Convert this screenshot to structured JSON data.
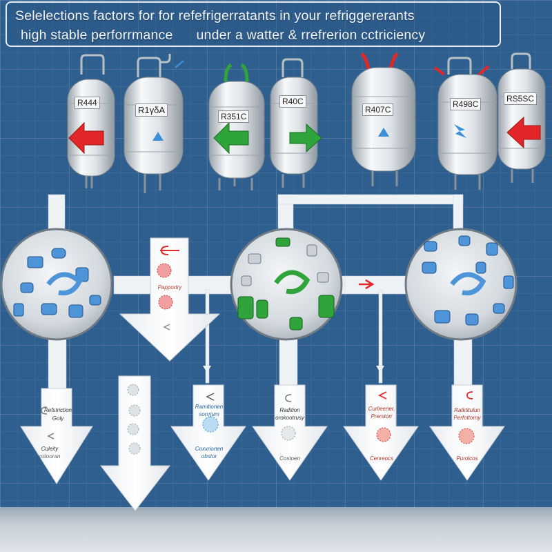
{
  "title": {
    "line1": "Selelections factors for for refefrigerratants  in your refriggererants",
    "line2a": "high  stable perforrmance",
    "line2b": "under a watter & rrefrerion cctriciency"
  },
  "tanks": [
    {
      "label": "R444"
    },
    {
      "label": "R1γδA"
    },
    {
      "label": "R351C"
    },
    {
      "label": "R40C"
    },
    {
      "label": "R407C"
    },
    {
      "label": "R498C"
    },
    {
      "label": "RS5SC"
    }
  ],
  "mid_arrow": {
    "text": "Papportry"
  },
  "bottom_arrows": [
    {
      "line1": "Refstriction",
      "line2": "Goly",
      "line3": "Culeity",
      "line4": "oslooran"
    },
    {
      "line1": "Ramitionen",
      "line2": "sorrrjum",
      "line3": "Coxxrionen",
      "line4": "obstor"
    },
    {
      "line1": "Radition",
      "line2": "orokootrusy",
      "line3": "Costoen"
    },
    {
      "line1": "Curlieener,",
      "line2": "Prerstorr",
      "line3": "Cenreocs"
    },
    {
      "line1": "Ratktitulun",
      "line2": "Perfottorny",
      "line3": "Purolcos"
    }
  ],
  "colors": {
    "red": "#e3262a",
    "green": "#2fa43a",
    "blue": "#3b8fd6",
    "arrow_fill": "#f4f6f8",
    "background": "#2f5f8e"
  }
}
